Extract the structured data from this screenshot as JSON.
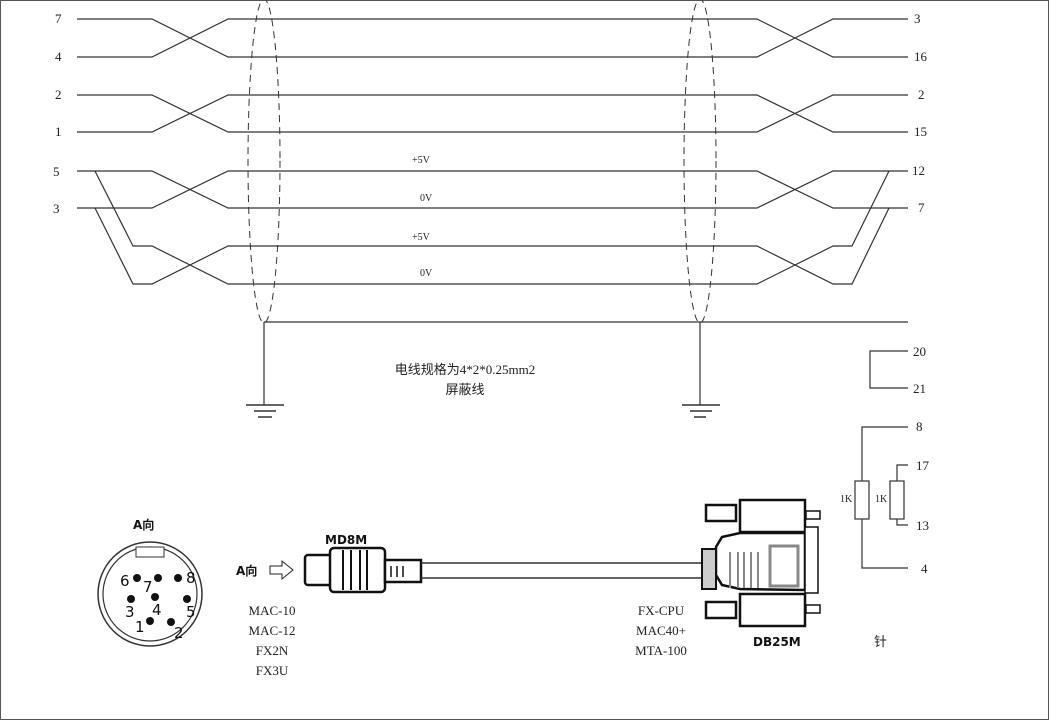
{
  "left_pins": [
    "7",
    "4",
    "2",
    "1",
    "5",
    "3"
  ],
  "right_pins": [
    "3",
    "16",
    "2",
    "15",
    "12",
    "7"
  ],
  "wire_labels": [
    "+5V",
    "0V",
    "+5V",
    "0V"
  ],
  "cable_spec": "电线规格为4*2*0.25mm2",
  "cable_type": "屏蔽线",
  "jumper_pins": [
    "20",
    "21"
  ],
  "resistor_pins": [
    "8",
    "4",
    "17",
    "13"
  ],
  "resistor_values": [
    "1K",
    "1K"
  ],
  "connector_left": {
    "view_label": "A向",
    "arrow_label": "A向",
    "name": "MD8M",
    "pin_numbers": [
      "6",
      "7",
      "8",
      "3",
      "4",
      "5",
      "1",
      "2"
    ],
    "models": [
      "MAC-10",
      "MAC-12",
      "FX2N",
      "FX3U"
    ]
  },
  "connector_right": {
    "name": "DB25M",
    "models": [
      "FX-CPU",
      "MAC40+",
      "MTA-100"
    ],
    "note": "针"
  }
}
